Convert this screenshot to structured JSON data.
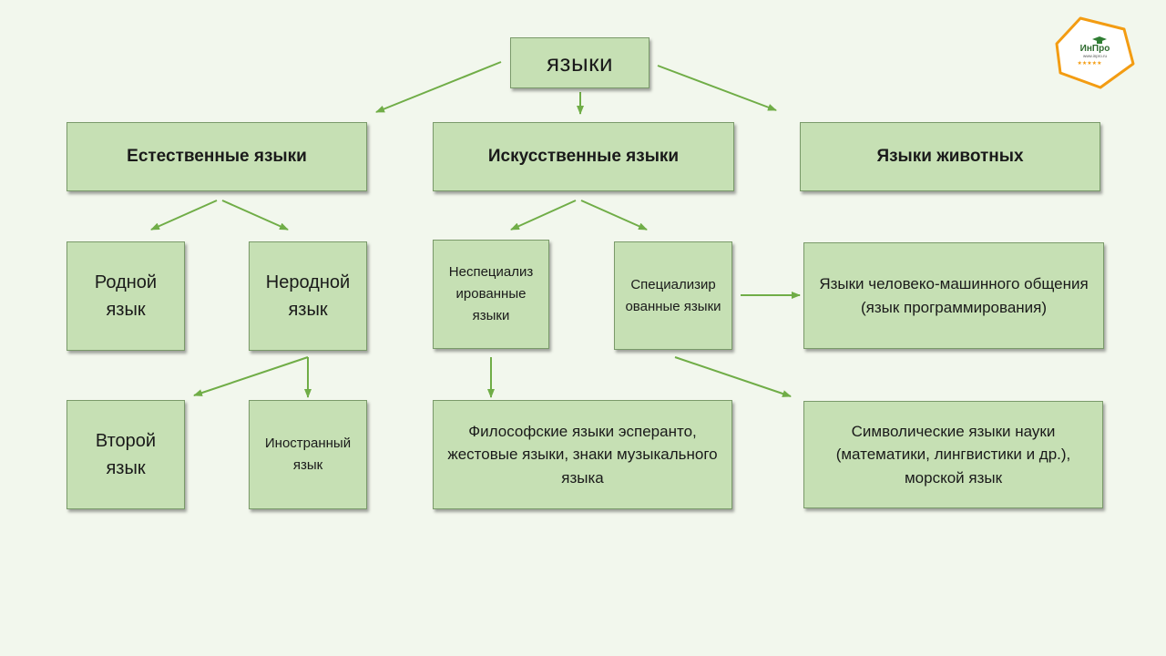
{
  "colors": {
    "background": "#f2f7ed",
    "box_fill": "#c6e0b4",
    "arrow": "#70ad47",
    "logo_orange": "#f39c12"
  },
  "logo": {
    "name": "ИнПро",
    "url": "www.inpro.ru"
  },
  "nodes": {
    "root": "языки",
    "natural": "Естественные языки",
    "artificial": "Искусственные языки",
    "animal": "Языки животных",
    "native": "Родной язык",
    "nonnative": "Неродной язык",
    "nonspecialized": "Неспециализ ированные языки",
    "specialized": "Специализир ованные языки",
    "hci": "Языки человеко-машинного общения (язык программирования)",
    "second": "Второй язык",
    "foreign": "Иностранный язык",
    "philosophical": "Философские языки эсперанто, жестовые языки, знаки музыкального языка",
    "symbolic": "Символические языки науки (математики, лингвистики и др.), морской язык"
  }
}
